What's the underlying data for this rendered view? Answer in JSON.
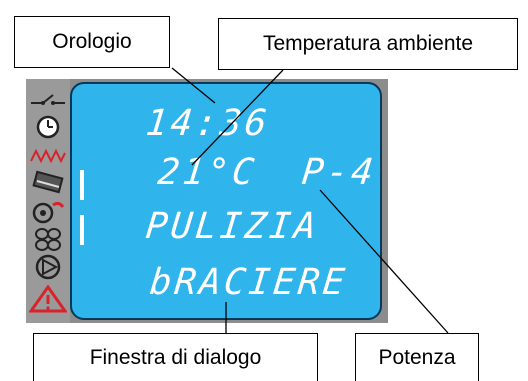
{
  "labels": {
    "orologio": "Orologio",
    "temperatura": "Temperatura ambiente",
    "finestra": "Finestra di dialogo",
    "potenza": "Potenza"
  },
  "lcd": {
    "time": "14:36",
    "temperature": "21°C",
    "power": "P-4",
    "line1": "PULIZIA",
    "line2": "bRACIERE"
  },
  "icons": [
    "switch-icon",
    "clock-icon",
    "heating-wave-icon",
    "fuel-load-icon",
    "fan-heater-icon",
    "fan-icon",
    "pump-icon",
    "warning-icon"
  ],
  "colors": {
    "lcd": "#2fb4ec",
    "lcd_text": "#ffffff",
    "warning": "#d9232a",
    "heating": "#d9232a"
  }
}
